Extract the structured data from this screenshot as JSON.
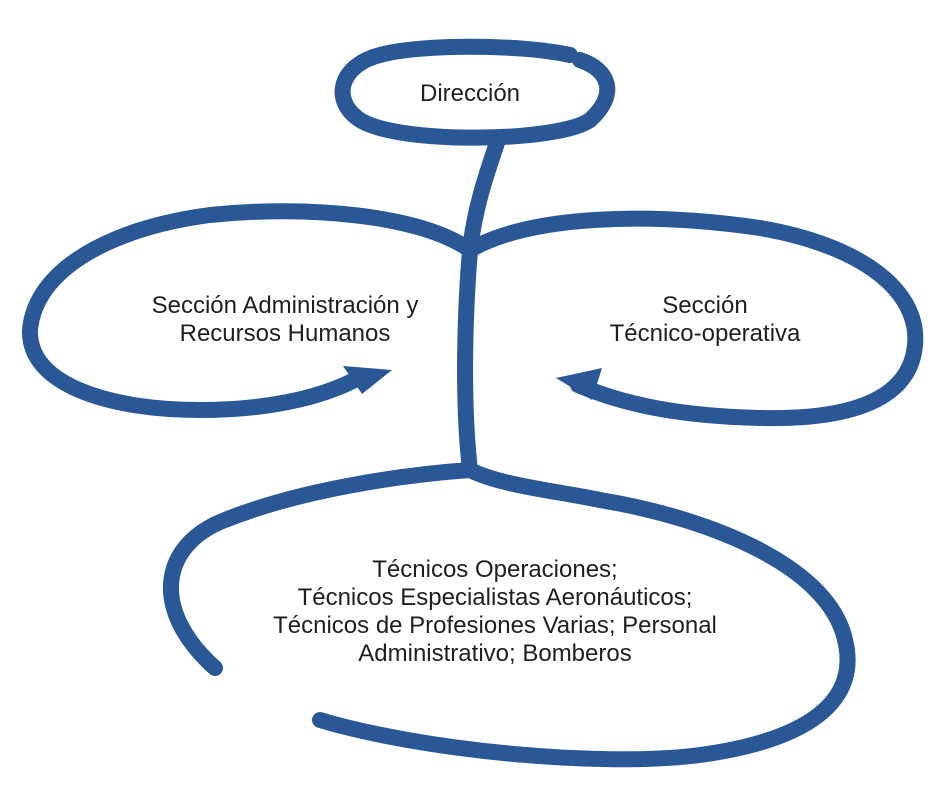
{
  "colors": {
    "stroke": "#2a5795",
    "text": "#1f1f1f",
    "background": "#ffffff"
  },
  "nodes": {
    "direccion": {
      "lines": [
        "Dirección"
      ]
    },
    "admin": {
      "lines": [
        "Sección Administración y",
        "Recursos Humanos"
      ]
    },
    "tecnico": {
      "lines": [
        "Sección",
        "Técnico-operativa"
      ]
    },
    "personal": {
      "lines": [
        "Técnicos Operaciones;",
        "Técnicos Especialistas Aeronáuticos;",
        "Técnicos de Profesiones Varias; Personal",
        "Administrativo; Bomberos"
      ]
    }
  }
}
